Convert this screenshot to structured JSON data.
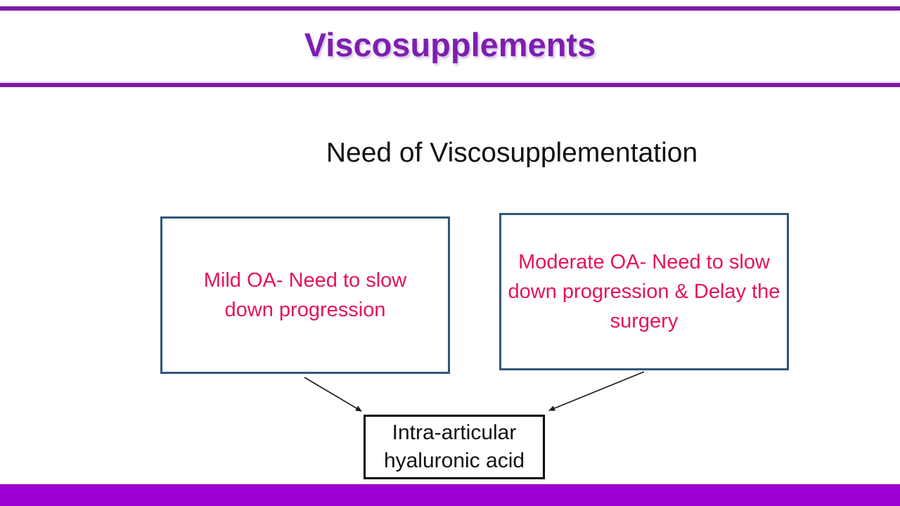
{
  "slide": {
    "title": "Viscosupplements",
    "heading": "Need of Viscosupplementation",
    "boxes": {
      "left": "Mild OA- Need to slow down progression",
      "right": "Moderate OA- Need to slow down progression & Delay the surgery",
      "bottom": "Intra-articular hyaluronic acid"
    },
    "colors": {
      "title_purple": "#7d1fb0",
      "line_purple": "#7a1ba5",
      "bottom_bar_purple": "#9a00cf",
      "box_border_blue": "#30567c",
      "box_text_pink": "#e4135f",
      "arrow_black": "#1a1a1a"
    }
  }
}
